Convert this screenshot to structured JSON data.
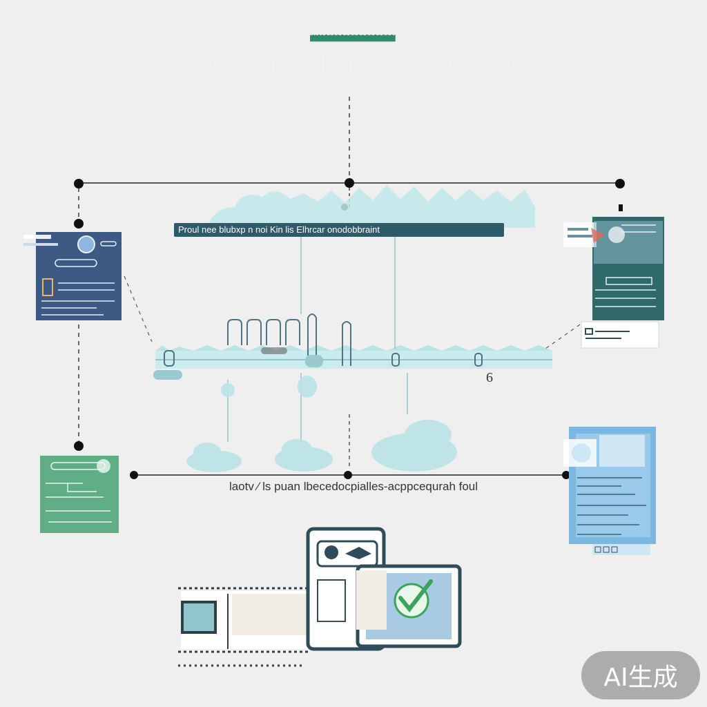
{
  "title": "Appiyan ⁻⁄ rlalnme Vercrizion",
  "caption_top": "Proul nee blubxp n noi  Kin  lis  Elhrcar onodobbraint",
  "caption_bottom": "laotv ⁄ ls puan lbecedocpialles-acppcequrah foul",
  "label_six": "6",
  "badge": "AI生成",
  "colors": {
    "banner": "#2f8a6e",
    "navy_panel": "#3c5a84",
    "teal_panel": "#2f6a68",
    "green_panel": "#5fae85",
    "blue_panel": "#7ab8e2",
    "cloud": "#b9e3e8",
    "node": "#111111"
  },
  "icons": [
    "document-panel-icon",
    "server-panel-icon",
    "form-panel-icon",
    "list-panel-icon",
    "tablet-check-icon",
    "chip-icon",
    "cloud-icon",
    "checkmark-icon"
  ]
}
